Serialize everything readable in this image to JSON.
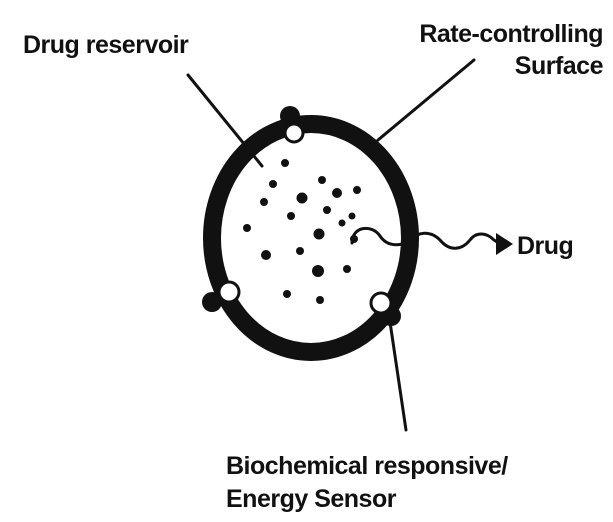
{
  "labels": {
    "drug_reservoir": "Drug reservoir",
    "rate_controlling_line1": "Rate-controlling",
    "rate_controlling_line2": "Surface",
    "drug": "Drug",
    "sensor_line1": "Biochemical responsive/",
    "sensor_line2": "Energy Sensor"
  },
  "colors": {
    "ink": "#111111",
    "background": "#ffffff"
  }
}
